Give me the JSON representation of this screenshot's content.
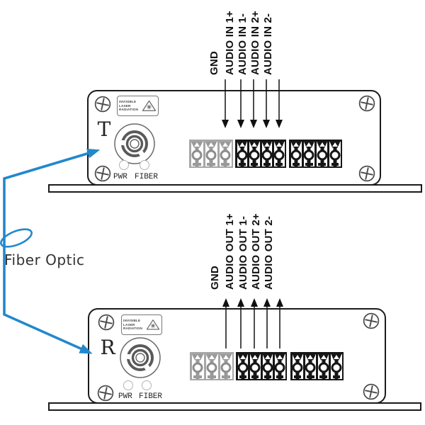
{
  "fiber_cable": {
    "label": "Fiber Optic",
    "color": "#2288cc"
  },
  "transmitter": {
    "marker_letter": "T",
    "warning_label": {
      "lines": [
        "INVISIBLE",
        "LASER",
        "RADIATION"
      ]
    },
    "indicators": {
      "pwr": "PWR",
      "fiber": "FIBER"
    },
    "terminal_labels": [
      "GND",
      "AUDIO IN 1+",
      "AUDIO IN 1-",
      "AUDIO IN 2+",
      "AUDIO IN 2-"
    ]
  },
  "receiver": {
    "marker_letter": "R",
    "warning_label": {
      "lines": [
        "INVISIBLE",
        "LASER",
        "RADIATION"
      ]
    },
    "indicators": {
      "pwr": "PWR",
      "fiber": "FIBER"
    },
    "terminal_labels": [
      "GND",
      "AUDIO OUT 1+",
      "AUDIO OUT 1-",
      "AUDIO OUT 2+",
      "AUDIO OUT 2-"
    ]
  }
}
